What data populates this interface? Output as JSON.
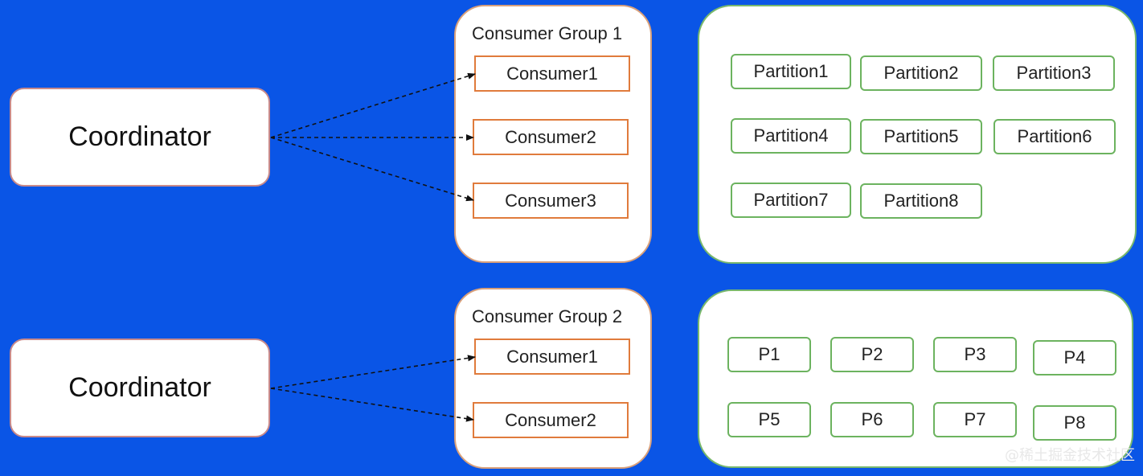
{
  "top": {
    "coordinator_label": "Coordinator",
    "group_title": "Consumer Group 1",
    "consumers": [
      "Consumer1",
      "Consumer2",
      "Consumer3"
    ],
    "partitions": [
      "Partition1",
      "Partition2",
      "Partition3",
      "Partition4",
      "Partition5",
      "Partition6",
      "Partition7",
      "Partition8"
    ]
  },
  "bottom": {
    "coordinator_label": "Coordinator",
    "group_title": "Consumer Group 2",
    "consumers": [
      "Consumer1",
      "Consumer2"
    ],
    "partitions": [
      "P1",
      "P2",
      "P3",
      "P4",
      "P5",
      "P6",
      "P7",
      "P8"
    ]
  },
  "watermark": "@稀土掘金技术社区",
  "colors": {
    "background": "#0a55e6",
    "consumer_border": "#e07b3c",
    "partition_border": "#6cb35f"
  }
}
